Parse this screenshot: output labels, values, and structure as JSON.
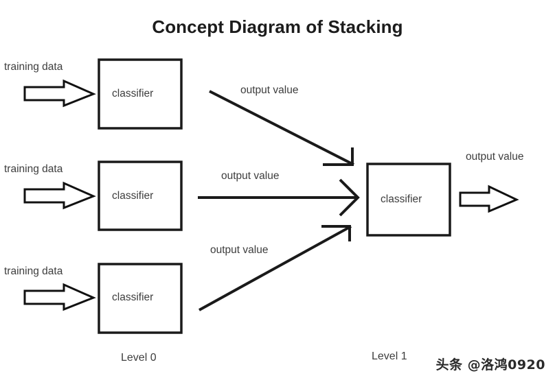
{
  "title": "Concept Diagram of Stacking",
  "level0": {
    "label": "Level 0",
    "rows": [
      {
        "input_label": "training data",
        "box_label": "classifier",
        "output_label": "output value"
      },
      {
        "input_label": "training data",
        "box_label": "classifier",
        "output_label": "output value"
      },
      {
        "input_label": "training data",
        "box_label": "classifier",
        "output_label": "output value"
      }
    ]
  },
  "level1": {
    "label": "Level 1",
    "box_label": "classifier",
    "output_label": "output value"
  },
  "watermark": {
    "source": "头条",
    "handle": "@洛鸿0920"
  },
  "colors": {
    "background": "#ffffff",
    "stroke": "#1a1a1a",
    "text": "#3d3d3d",
    "title": "#1c1c1c",
    "arrow_fill": "#ffffff"
  },
  "icons": {
    "block_arrow": "block-arrow-right-icon",
    "line_arrow": "line-arrow-icon"
  }
}
